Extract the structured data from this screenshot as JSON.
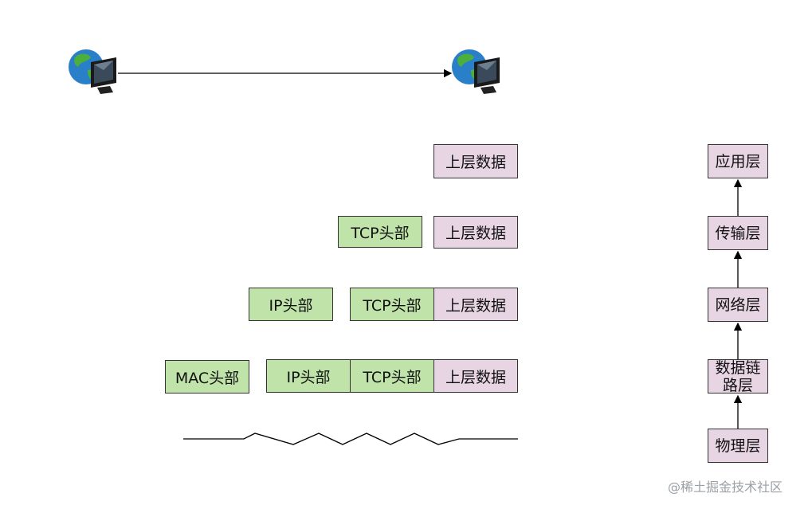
{
  "flow": {
    "row1": {
      "data": "上层数据"
    },
    "row2": {
      "tcp": "TCP头部",
      "data": "上层数据"
    },
    "row3": {
      "ip": "IP头部",
      "tcp": "TCP头部",
      "data": "上层数据"
    },
    "row4": {
      "mac": "MAC头部",
      "ip": "IP头部",
      "tcp": "TCP头部",
      "data": "上层数据"
    }
  },
  "stack": {
    "layers": [
      "应用层",
      "传输层",
      "网络层",
      "数据链\n路层",
      "物理层"
    ]
  },
  "watermark": "@稀土掘金技术社区",
  "colors": {
    "header": "#bfe3a9",
    "payload": "#e8d5e4"
  },
  "icons": {
    "source": "globe-computer-icon",
    "destination": "globe-computer-icon"
  }
}
